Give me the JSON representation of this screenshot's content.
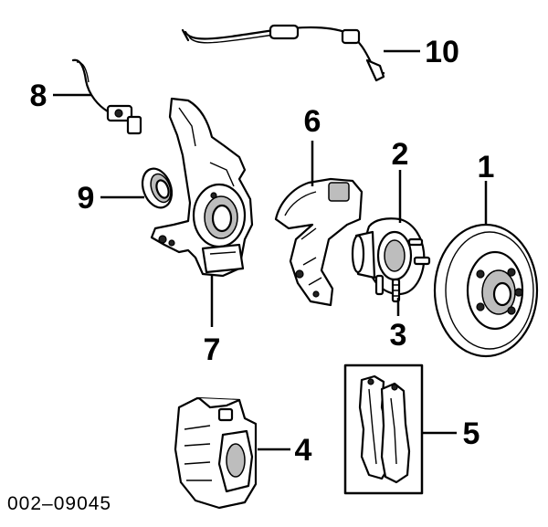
{
  "diagram": {
    "reference_code": "002–09045",
    "callouts": [
      {
        "id": "1",
        "label": "1"
      },
      {
        "id": "2",
        "label": "2"
      },
      {
        "id": "3",
        "label": "3"
      },
      {
        "id": "4",
        "label": "4"
      },
      {
        "id": "5",
        "label": "5"
      },
      {
        "id": "6",
        "label": "6"
      },
      {
        "id": "7",
        "label": "7"
      },
      {
        "id": "8",
        "label": "8"
      },
      {
        "id": "9",
        "label": "9"
      },
      {
        "id": "10",
        "label": "10"
      }
    ]
  }
}
